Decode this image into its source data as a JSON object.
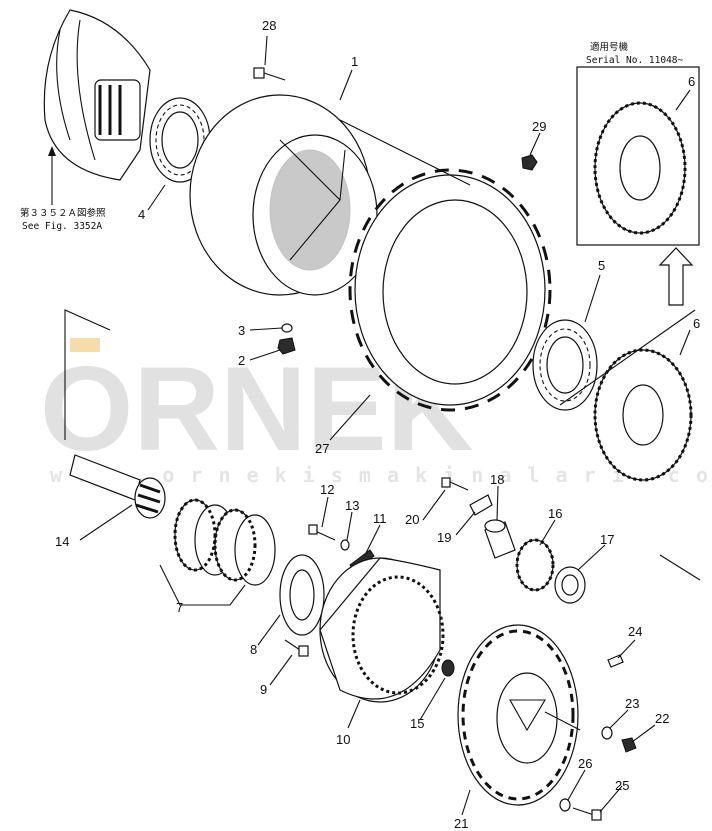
{
  "watermark": {
    "brand": "ORNEK",
    "url": "w w w . o r n e k i s m a k i n a l a r i . c o m . t r"
  },
  "notes": {
    "see_fig_jp": "第３３５２Ａ図参照",
    "see_fig_en": "See Fig. 3352A",
    "serial_jp": "適用号機",
    "serial_en": "Serial No. 11048~"
  },
  "callouts": {
    "p1": "1",
    "p2": "2",
    "p3": "3",
    "p4": "4",
    "p5": "5",
    "p6a": "6",
    "p6b": "6",
    "p7": "7",
    "p8": "8",
    "p9": "9",
    "p10": "10",
    "p11": "11",
    "p12": "12",
    "p13": "13",
    "p14": "14",
    "p15": "15",
    "p16": "16",
    "p17": "17",
    "p18": "18",
    "p19": "19",
    "p20": "20",
    "p21": "21",
    "p22": "22",
    "p23": "23",
    "p24": "24",
    "p25": "25",
    "p26": "26",
    "p27": "27",
    "p28": "28",
    "p29": "29"
  }
}
